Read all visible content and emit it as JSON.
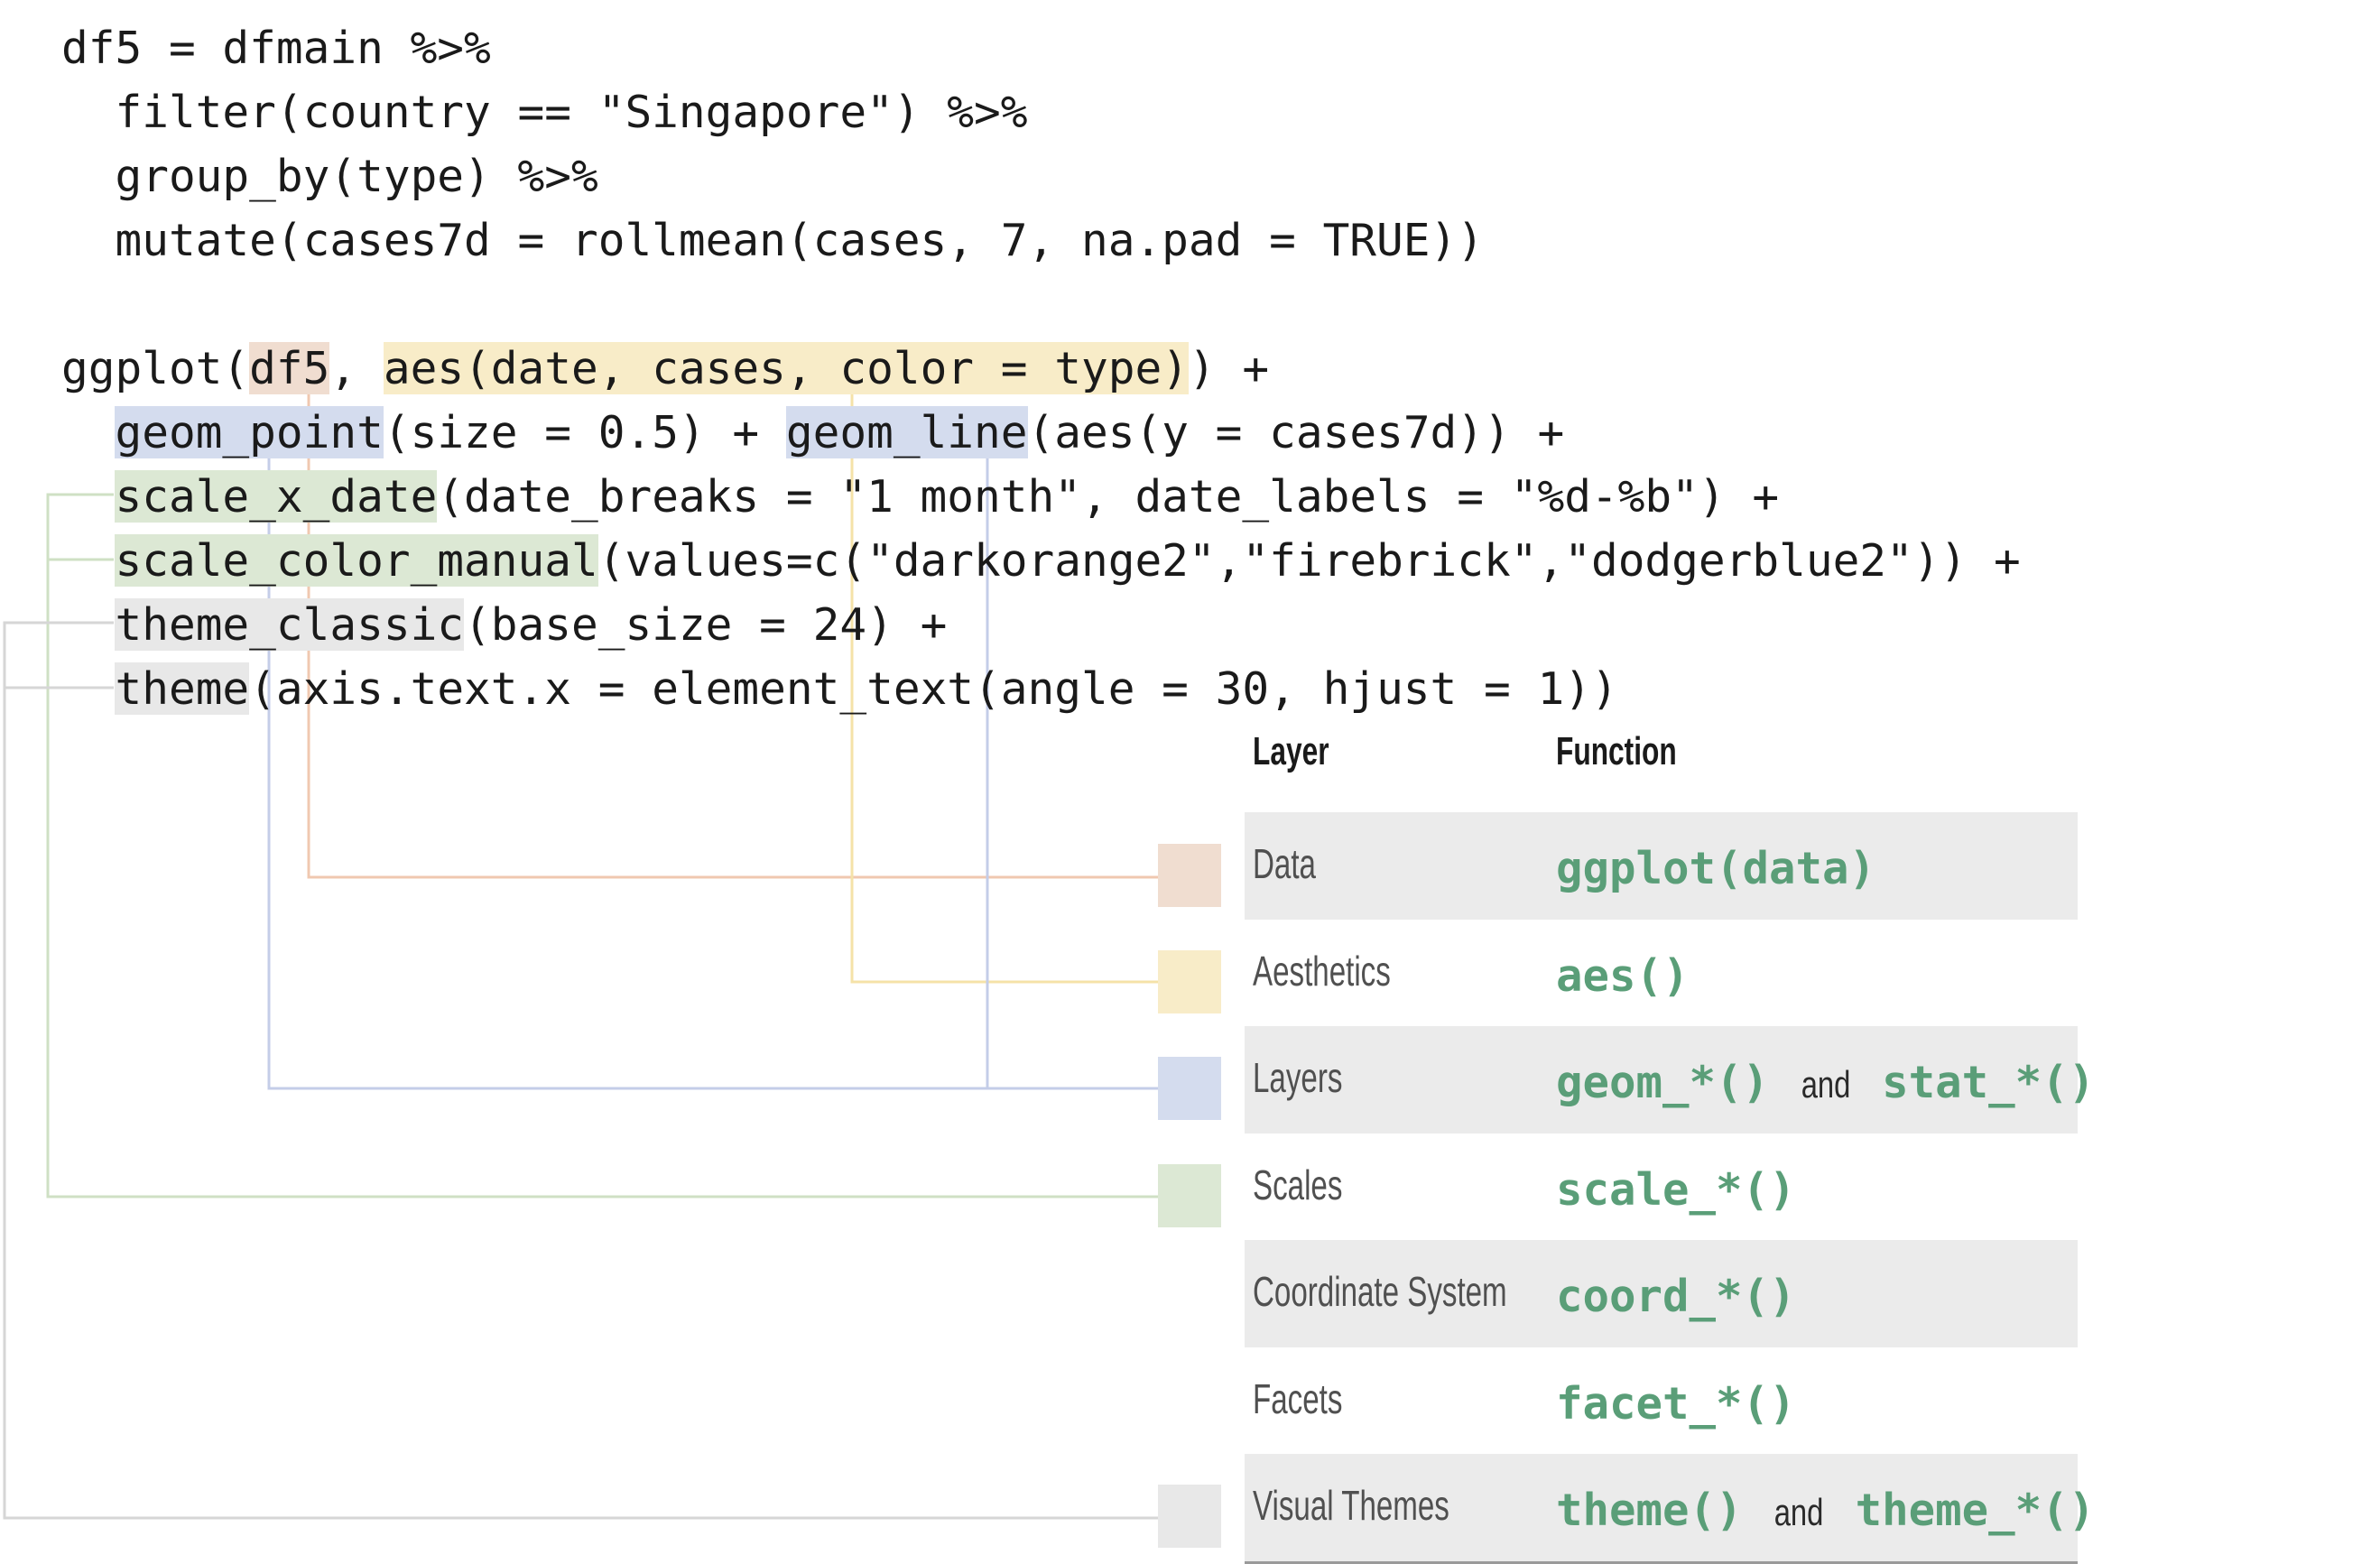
{
  "code": {
    "line1": "df5 = dfmain %>%",
    "line2": "  filter(country == \"Singapore\") %>%",
    "line3": "  group_by(type) %>%",
    "line4": "  mutate(cases7d = rollmean(cases, 7, na.pad = TRUE))",
    "l6_a": "ggplot(",
    "l6_data": "df5",
    "l6_b": ", ",
    "l6_aes": "aes(date, cases, color = type)",
    "l6_c": ") +",
    "l7_indent": "  ",
    "l7_point": "geom_point",
    "l7_b": "(size = 0.5) + ",
    "l7_line": "geom_line",
    "l7_c": "(aes(y = cases7d)) +",
    "l8_indent": "  ",
    "l8_fn": "scale_x_date",
    "l8_rest": "(date_breaks = \"1 month\", date_labels = \"%d-%b\") +",
    "l9_indent": "  ",
    "l9_fn": "scale_color_manual",
    "l9_rest": "(values=c(\"darkorange2\",\"firebrick\",\"dodgerblue2\")) +",
    "l10_indent": "  ",
    "l10_fn": "theme_classic",
    "l10_rest": "(base_size = 24) +",
    "l11_indent": "  ",
    "l11_fn": "theme",
    "l11_rest": "(axis.text.x = element_text(angle = 30, hjust = 1))"
  },
  "table": {
    "header_layer": "Layer",
    "header_function": "Function",
    "rows": [
      {
        "layer": "Data",
        "func_a": "ggplot(data)",
        "joiner": "",
        "func_b": ""
      },
      {
        "layer": "Aesthetics",
        "func_a": "aes()",
        "joiner": "",
        "func_b": ""
      },
      {
        "layer": "Layers",
        "func_a": "geom_*()",
        "joiner": "and",
        "func_b": "stat_*()"
      },
      {
        "layer": "Scales",
        "func_a": "scale_*()",
        "joiner": "",
        "func_b": ""
      },
      {
        "layer": "Coordinate System",
        "func_a": "coord_*()",
        "joiner": "",
        "func_b": ""
      },
      {
        "layer": "Facets",
        "func_a": "facet_*()",
        "joiner": "",
        "func_b": ""
      },
      {
        "layer": "Visual Themes",
        "func_a": "theme()",
        "joiner": "and",
        "func_b": "theme_*()"
      }
    ]
  },
  "colors": {
    "data": "#f0ddd0",
    "aesthetics": "#f8ecc8",
    "layers": "#d4dcee",
    "scales": "#dce8d4",
    "themes": "#e8e8e8",
    "function_text": "#5a9e78"
  }
}
